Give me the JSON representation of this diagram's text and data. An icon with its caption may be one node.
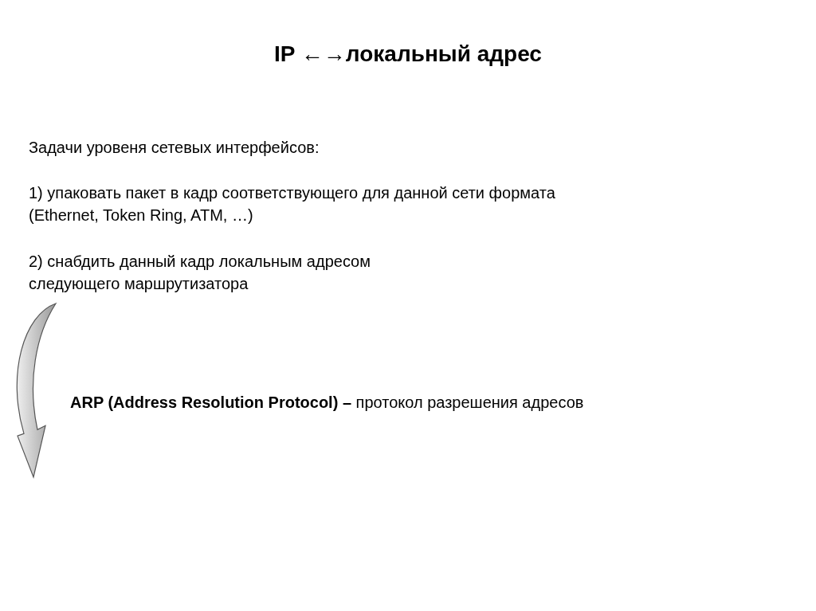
{
  "diagram": {
    "title": "IP ←→локальный адрес",
    "nodes": [
      {
        "text": [
          "2) снабдить данный кадр локальным адресом следующего маршрутизатора"
        ]
      },
      {
        "text": [
          "**ARP (Address Resolution Protocol) –** протокол разрешения адресов"
        ]
      }
    ],
    "edges": [
      {
        "from": 0,
        "to": 1,
        "arrow": "to"
      }
    ],
    "labels": [
      "Задачи уровеня сетевых интерфейсов:",
      "1) упаковать пакет в кадр соответствующего для данной сети формата (Ethernet, Token Ring, ATM, …)"
    ]
  }
}
